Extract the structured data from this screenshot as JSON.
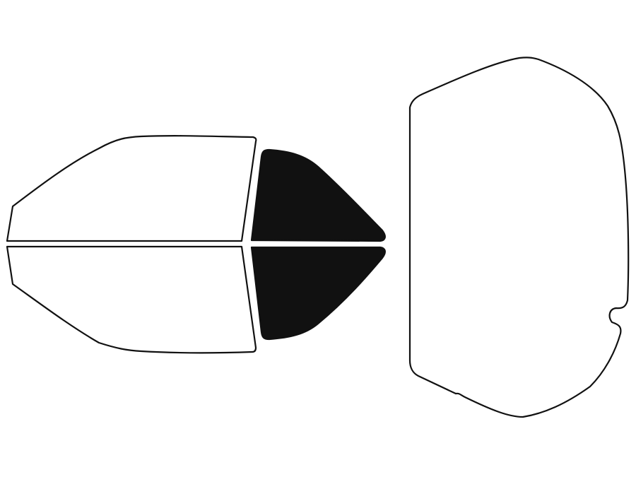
{
  "diagram": {
    "colors": {
      "background": "#ffffff",
      "outline": "#111111",
      "clear_fill": "#ffffff",
      "tinted_fill": "#111111"
    },
    "panels": [
      {
        "id": "front-left-window",
        "state": "clear"
      },
      {
        "id": "front-right-window",
        "state": "clear"
      },
      {
        "id": "rear-left-window",
        "state": "tinted"
      },
      {
        "id": "rear-right-window",
        "state": "tinted"
      },
      {
        "id": "rear-windshield",
        "state": "clear"
      }
    ]
  }
}
